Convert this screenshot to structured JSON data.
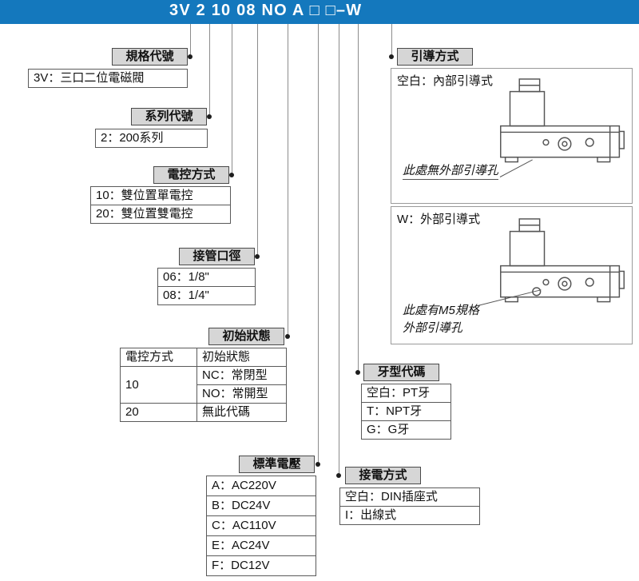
{
  "colors": {
    "banner_blue": "#1478bd"
  },
  "title": {
    "code": "3V 2 10 08 NO A □ □–W"
  },
  "sections": {
    "spec": {
      "label": "規格代號",
      "items": [
        "3V：三口二位電磁閥"
      ]
    },
    "series": {
      "label": "系列代號",
      "items": [
        "2：200系列"
      ]
    },
    "control": {
      "label": "電控方式",
      "items": [
        "10：雙位置單電控",
        "20：雙位置雙電控"
      ]
    },
    "port": {
      "label": "接管口徑",
      "items": [
        "06：1/8\"",
        "08：1/4\""
      ]
    },
    "initial": {
      "label": "初始狀態",
      "table": {
        "headers": [
          "電控方式",
          "初始狀態"
        ],
        "group_10": "10",
        "nc": "NC：常閉型",
        "no": "NO：常開型",
        "group_20": "20",
        "none": "無此代碼"
      }
    },
    "voltage": {
      "label": "標準電壓",
      "items": [
        "A：AC220V",
        "B：DC24V",
        "C：AC110V",
        "E：AC24V",
        "F：DC12V"
      ]
    },
    "connection": {
      "label": "接電方式",
      "items": [
        "空白：DIN插座式",
        "I：出線式"
      ]
    },
    "thread": {
      "label": "牙型代碼",
      "items": [
        "空白：PT牙",
        "T：NPT牙",
        "G：G牙"
      ]
    },
    "pilot": {
      "label": "引導方式",
      "internal": {
        "title": "空白：內部引導式",
        "note": "此處無外部引導孔"
      },
      "external": {
        "title": "W：外部引導式",
        "note_line1": "此處有M5規格",
        "note_line2": "外部引導孔"
      }
    }
  }
}
